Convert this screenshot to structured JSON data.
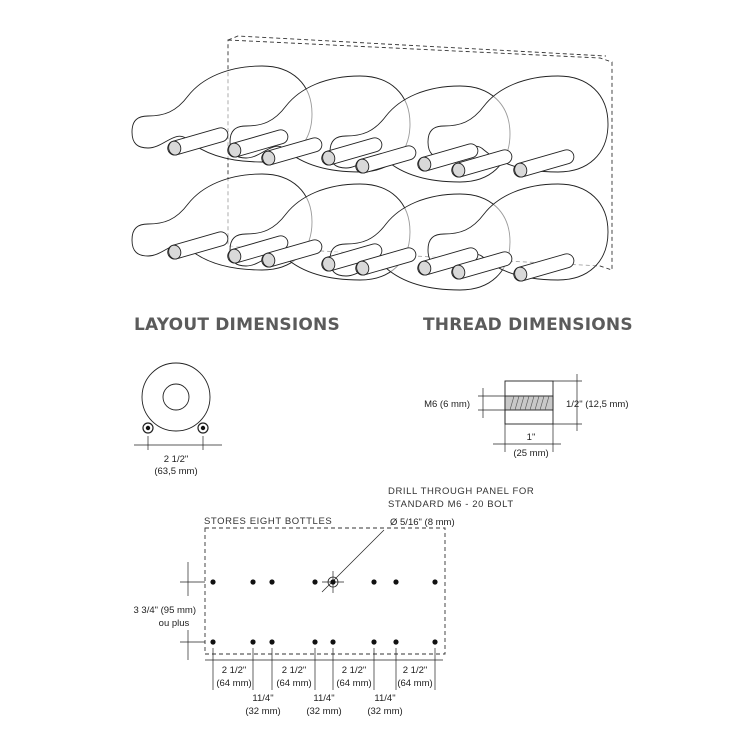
{
  "headings": {
    "layout": "LAYOUT DIMENSIONS",
    "thread": "THREAD DIMENSIONS"
  },
  "layout_detail": {
    "width_in": "2 1/2\"",
    "width_mm": "(63,5 mm)"
  },
  "thread_detail": {
    "thread_label": "M6 (6 mm)",
    "height_label": "1/2\" (12,5 mm)",
    "length_in": "1\"",
    "length_mm": "(25 mm)"
  },
  "mount_plan": {
    "stores_label": "STORES EIGHT BOTTLES",
    "drill_note_line1": "DRILL THROUGH PANEL FOR",
    "drill_note_line2": "STANDARD M6 - 20 BOLT",
    "hole_size": "Ø 5/16\" (8 mm)",
    "vertical_in": "3 3/4\" (95 mm)",
    "vertical_note": "ou plus",
    "spans": [
      {
        "inch": "2 1/2\"",
        "mm": "(64 mm)"
      },
      {
        "inch": "2 1/2\"",
        "mm": "(64 mm)"
      },
      {
        "inch": "2 1/2\"",
        "mm": "(64 mm)"
      },
      {
        "inch": "2 1/2\"",
        "mm": "(64 mm)"
      }
    ],
    "gaps": [
      {
        "inch": "11/4\"",
        "mm": "(32 mm)"
      },
      {
        "inch": "11/4\"",
        "mm": "(32 mm)"
      },
      {
        "inch": "11/4\"",
        "mm": "(32 mm)"
      }
    ]
  }
}
